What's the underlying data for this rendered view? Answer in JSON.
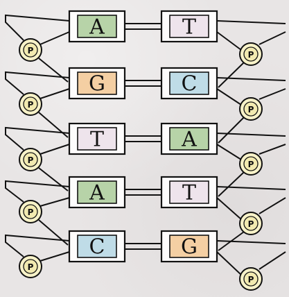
{
  "diagram": {
    "phosphate_label": "P",
    "base_pairs": [
      {
        "left": {
          "letter": "A",
          "color": "#b7d3a8"
        },
        "right": {
          "letter": "T",
          "color": "#eee4ec"
        }
      },
      {
        "left": {
          "letter": "G",
          "color": "#f4cfa3"
        },
        "right": {
          "letter": "C",
          "color": "#bfdce7"
        }
      },
      {
        "left": {
          "letter": "T",
          "color": "#eee4ec"
        },
        "right": {
          "letter": "A",
          "color": "#b7d3a8"
        }
      },
      {
        "left": {
          "letter": "A",
          "color": "#b7d3a8"
        },
        "right": {
          "letter": "T",
          "color": "#eee4ec"
        }
      },
      {
        "left": {
          "letter": "C",
          "color": "#bfdce7"
        },
        "right": {
          "letter": "G",
          "color": "#f4cfa3"
        }
      }
    ],
    "colors": {
      "phosphate_fill": "#f7f2c8",
      "outline": "#111111",
      "background": "#e8e5e5"
    }
  }
}
